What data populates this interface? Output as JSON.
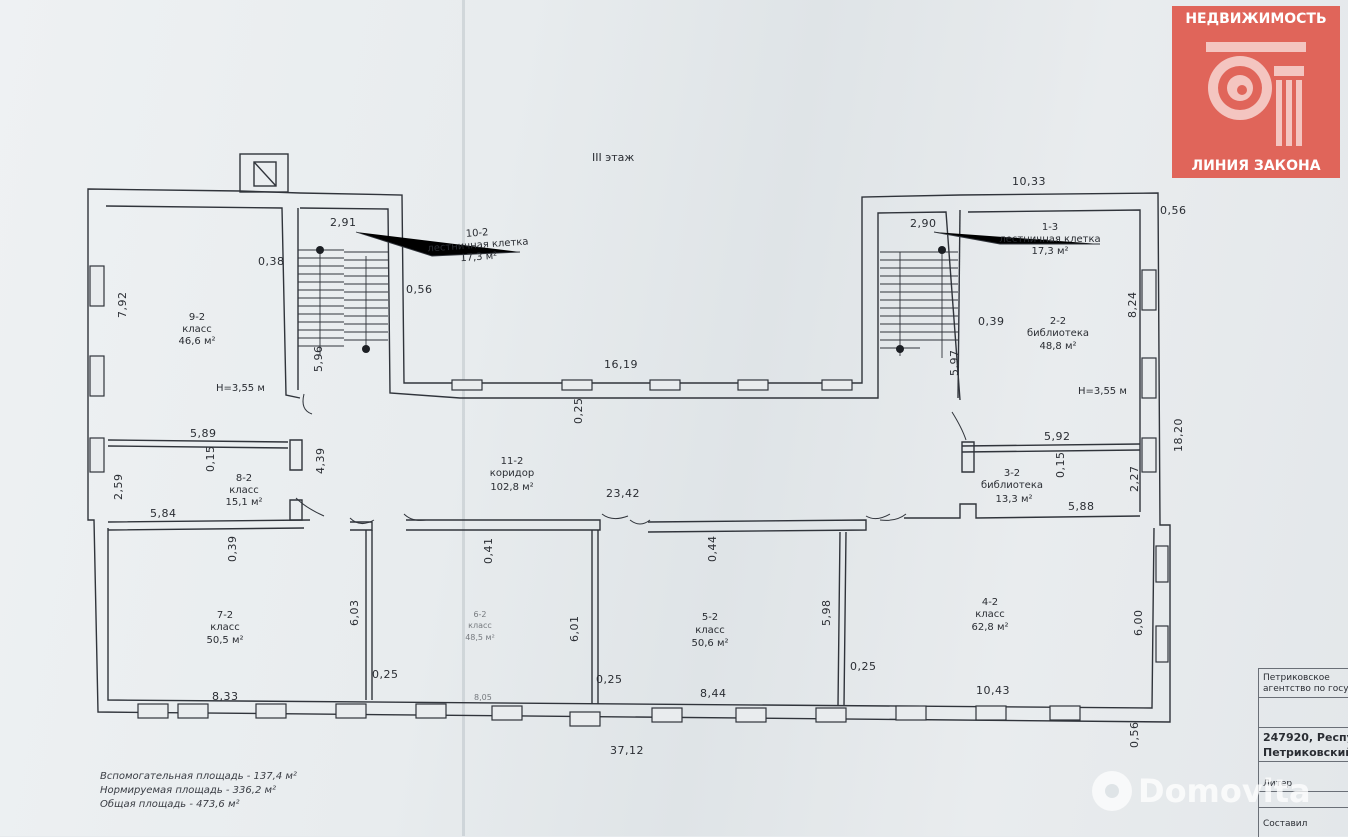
{
  "floor_title": "III этаж",
  "rooms": [
    {
      "id": "9-2",
      "name": "класс",
      "area": "46,6 м²"
    },
    {
      "id": "10-2",
      "name": "лестничная клетка",
      "area": "17,3 м²"
    },
    {
      "id": "1-3",
      "name": "лестничная клетка",
      "area": "17,3 м²"
    },
    {
      "id": "2-2",
      "name": "библиотека",
      "area": "48,8 м²"
    },
    {
      "id": "8-2",
      "name": "класс",
      "area": "15,1 м²"
    },
    {
      "id": "11-2",
      "name": "коридор",
      "area": "102,8 м²"
    },
    {
      "id": "3-2",
      "name": "библиотека",
      "area": "13,3 м²"
    },
    {
      "id": "7-2",
      "name": "класс",
      "area": "50,5 м²"
    },
    {
      "id": "6-2",
      "name": "класс",
      "area": "48,5 м²"
    },
    {
      "id": "5-2",
      "name": "класс",
      "area": "50,6 м²"
    },
    {
      "id": "4-2",
      "name": "класс",
      "area": "62,8 м²"
    }
  ],
  "heights": {
    "left": "Н=3,55 м",
    "right": "Н=3,55 м"
  },
  "dimensions": {
    "d_2_91": "2,91",
    "d_10_33": "10,33",
    "d_0_56_a": "0,56",
    "d_2_90": "2,90",
    "d_0_38": "0,38",
    "d_0_56_b": "0,56",
    "d_7_92": "7,92",
    "d_5_96": "5,96",
    "d_16_19": "16,19",
    "d_0_25_a": "0,25",
    "d_0_39_a": "0,39",
    "d_5_97": "5,97",
    "d_8_24": "8,24",
    "d_18_20": "18,20",
    "d_5_89": "5,89",
    "d_0_15_a": "0,15",
    "d_4_39": "4,39",
    "d_2_59": "2,59",
    "d_5_84": "5,84",
    "d_23_42": "23,42",
    "d_5_92": "5,92",
    "d_0_15_b": "0,15",
    "d_2_27": "2,27",
    "d_5_88": "5,88",
    "d_0_39_b": "0,39",
    "d_0_41": "0,41",
    "d_0_44": "0,44",
    "d_6_03": "6,03",
    "d_6_01": "6,01",
    "d_5_98": "5,98",
    "d_6_00": "6,00",
    "d_0_25_b": "0,25",
    "d_0_25_c": "0,25",
    "d_0_25_d": "0,25",
    "d_8_33": "8,33",
    "d_8_05": "8,05",
    "d_8_44": "8,44",
    "d_10_43": "10,43",
    "d_37_12": "37,12",
    "d_0_56_c": "0,56"
  },
  "summary": {
    "aux": "Вспомогательная площадь - 137,4 м²",
    "norm": "Нормируемая площадь - 336,2 м²",
    "total": "Общая площадь - 473,6 м²"
  },
  "badge": {
    "top": "НЕДВИЖИМОСТЬ",
    "bottom": "ЛИНИЯ ЗАКОНА",
    "color": "#e0655a"
  },
  "stamp": {
    "line1": "Петриковское",
    "line2": "агентство по госу",
    "line3": "247920, Респу",
    "line4": "Петриковский",
    "line5": "Литер",
    "line6": "Составил"
  },
  "watermark": "Domovita"
}
